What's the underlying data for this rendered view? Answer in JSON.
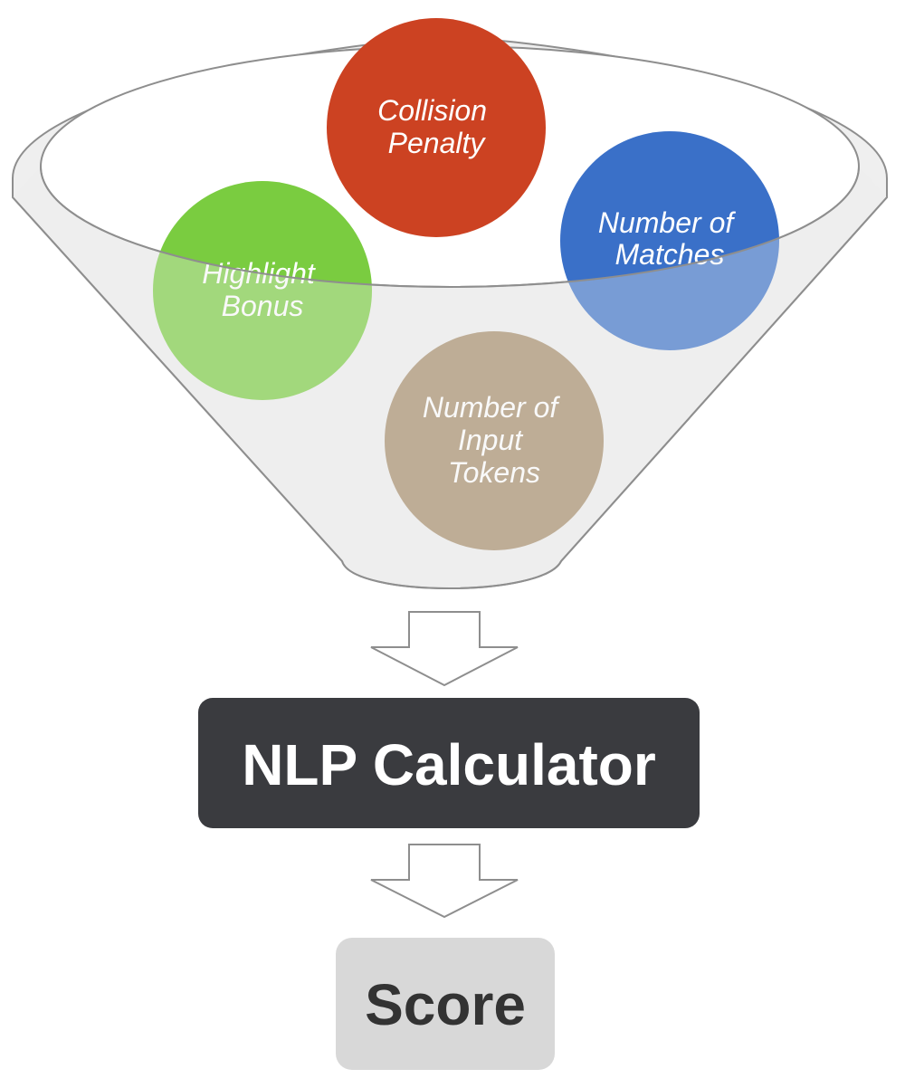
{
  "funnel": {
    "inputs": [
      {
        "id": "collision-penalty",
        "lines": [
          "Collision",
          "Penalty"
        ],
        "color": "#cc4222"
      },
      {
        "id": "number-of-matches",
        "lines": [
          "Number of",
          "Matches"
        ],
        "color": "#3a70c8"
      },
      {
        "id": "highlight-bonus",
        "lines": [
          "Highlight",
          "Bonus"
        ],
        "color": "#7acc40"
      },
      {
        "id": "number-of-input-tokens",
        "lines": [
          "Number of",
          "Input",
          "Tokens"
        ],
        "color": "#a58b68"
      }
    ]
  },
  "calculator": {
    "label": "NLP Calculator",
    "color": "#3a3b3f"
  },
  "score": {
    "label": "Score",
    "color": "#d8d8d8"
  }
}
